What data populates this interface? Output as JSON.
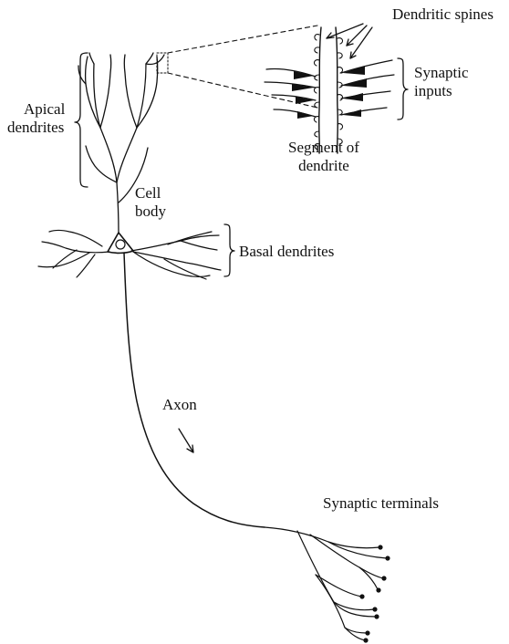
{
  "labels": {
    "dendritic_spines": "Dendritic spines",
    "synaptic_inputs_1": "Synaptic",
    "synaptic_inputs_2": "inputs",
    "apical_1": "Apical",
    "apical_2": "dendrites",
    "segment_1": "Segment of",
    "segment_2": "dendrite",
    "cell_body_1": "Cell",
    "cell_body_2": "body",
    "basal": "Basal dendrites",
    "axon": "Axon",
    "terminals": "Synaptic terminals"
  },
  "colors": {
    "ink": "#111111",
    "background": "#ffffff"
  }
}
